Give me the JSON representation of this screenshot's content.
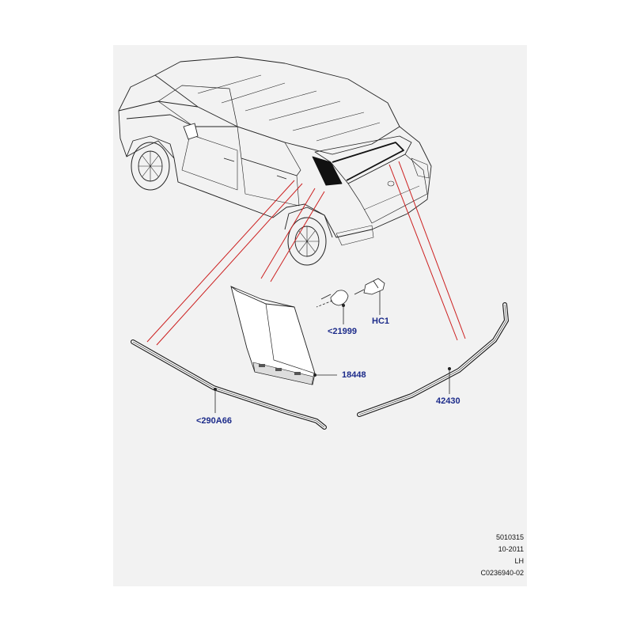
{
  "callouts": {
    "part_290A66": "<290A66",
    "part_21999": "<21999",
    "part_HC1": "HC1",
    "part_18448": "18448",
    "part_42430": "42430"
  },
  "footer": {
    "code": "5010315",
    "date": "10-2011",
    "side": "LH",
    "ref": "C0236940-02"
  },
  "colors": {
    "panel": "#f2f2f2",
    "leader_red": "#cc1f1f",
    "label_blue": "#1c2b8a",
    "line_art": "#222222"
  }
}
